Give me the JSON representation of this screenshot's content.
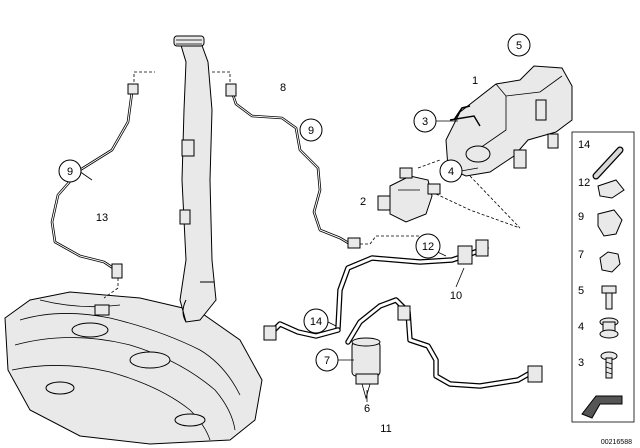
{
  "callouts": {
    "c1": "1",
    "c2": "2",
    "c3": "3",
    "c4": "4",
    "c5": "5",
    "c6": "6",
    "c7": "7",
    "c8": "8",
    "c9a": "9",
    "c9b": "9",
    "c10": "10",
    "c11": "11",
    "c12": "12",
    "c13": "13",
    "c14": "14"
  },
  "parts_panel": {
    "items": [
      "14",
      "12",
      "9",
      "7",
      "5",
      "4",
      "3"
    ]
  },
  "diagram_code": "00216588",
  "colors": {
    "line": "#000000",
    "part_fill": "#e9e9e9",
    "panel_bg": "#ffffff"
  }
}
